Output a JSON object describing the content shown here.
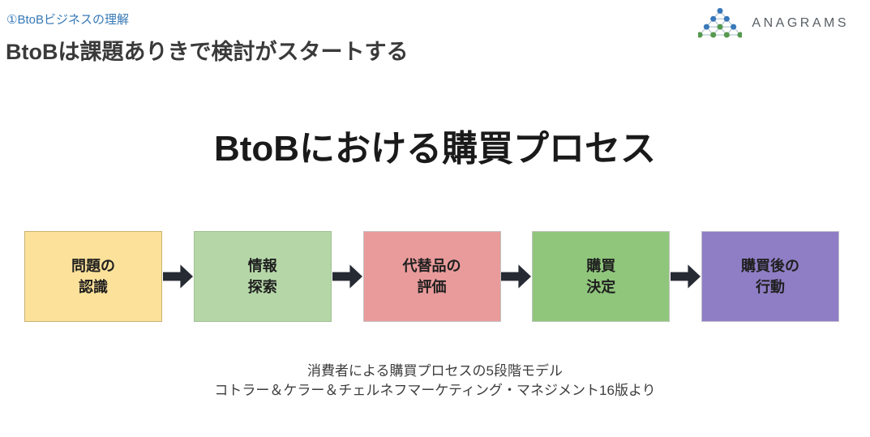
{
  "page": {
    "eyebrow": "①BtoBビジネスの理解",
    "title": "BtoBは課題ありきで検討がスタートする",
    "eyebrow_color": "#3678b6"
  },
  "brand": {
    "name": "ANAGRAMS",
    "icon": "triangle-dot-network-logo",
    "colors": {
      "blue": "#3878ba",
      "green": "#55994f",
      "line": "#b9c6d4",
      "text": "#5a6066"
    }
  },
  "diagram": {
    "title": "BtoBにおける購買プロセス",
    "arrow_color": "#262a33",
    "steps": [
      {
        "line1": "問題の",
        "line2": "認識",
        "fill": "#fce19a",
        "border": "#c9b273"
      },
      {
        "line1": "情報",
        "line2": "探索",
        "fill": "#b5d7a8",
        "border": "#a2c094"
      },
      {
        "line1": "代替品の",
        "line2": "評価",
        "fill": "#e99b9b",
        "border": "#c7c0c0"
      },
      {
        "line1": "購買",
        "line2": "決定",
        "fill": "#90c67c",
        "border": "#bcc4b8"
      },
      {
        "line1": "購買後の",
        "line2": "行動",
        "fill": "#8f7ec5",
        "border": "#c0bccc"
      }
    ]
  },
  "caption": {
    "line1": "消費者による購買プロセスの5段階モデル",
    "line2": "コトラー＆ケラー＆チェルネフマーケティング・マネジメント16版より"
  }
}
